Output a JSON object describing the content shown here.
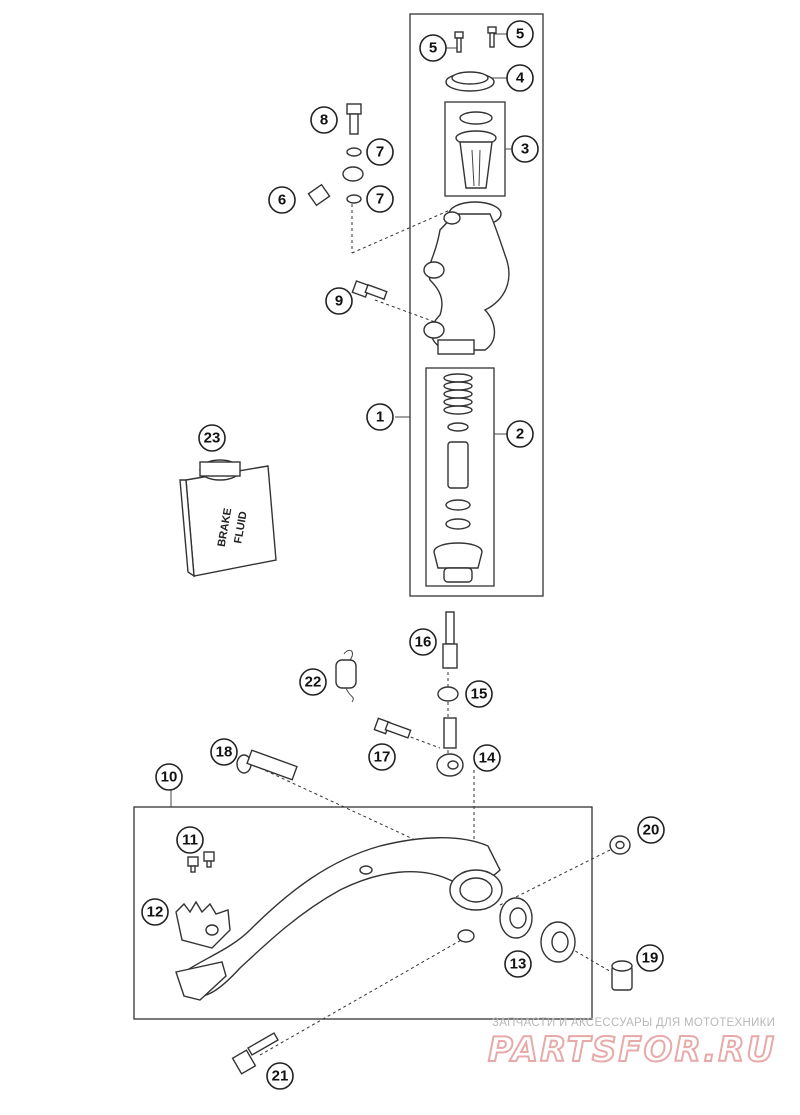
{
  "callouts": {
    "c1": "1",
    "c2": "2",
    "c3": "3",
    "c4": "4",
    "c5a": "5",
    "c5b": "5",
    "c6": "6",
    "c7a": "7",
    "c7b": "7",
    "c8": "8",
    "c9": "9",
    "c10": "10",
    "c11": "11",
    "c12": "12",
    "c13": "13",
    "c14": "14",
    "c15": "15",
    "c16": "16",
    "c17": "17",
    "c18": "18",
    "c19": "19",
    "c20": "20",
    "c21": "21",
    "c22": "22",
    "c23": "23"
  },
  "brake_fluid_label": {
    "line1": "BRAKE",
    "line2": "FLUID"
  },
  "watermark": {
    "caption": "ЗАПЧАСТИ И АКСЕССУАРЫ ДЛЯ МОТОТЕХНИКИ",
    "logo": "PARTSFOR.RU"
  }
}
